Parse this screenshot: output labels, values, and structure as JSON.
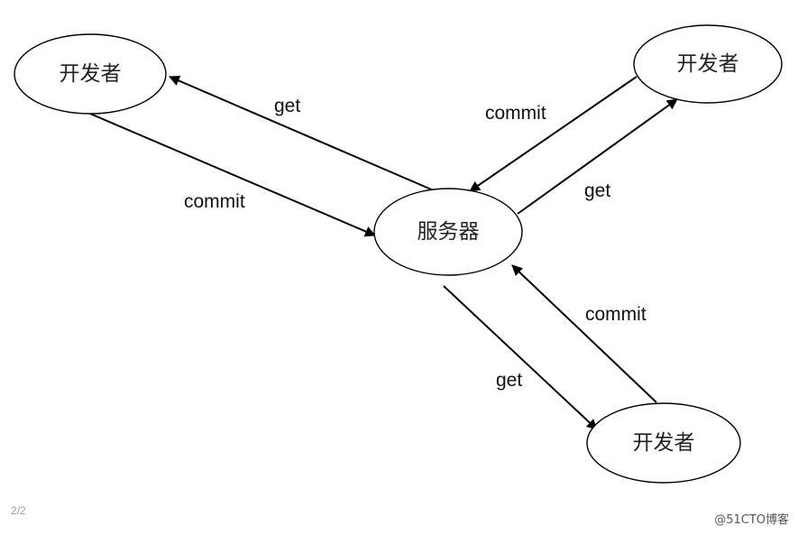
{
  "nodes": {
    "dev1": "开发者",
    "dev2": "开发者",
    "dev3": "开发者",
    "server": "服务器"
  },
  "edges": {
    "server_to_dev1": "get",
    "dev1_to_server": "commit",
    "dev2_to_server": "commit",
    "server_to_dev2": "get",
    "dev3_to_server": "commit",
    "server_to_dev3": "get"
  },
  "colors": {
    "stroke": "#000000",
    "background": "#ffffff"
  },
  "footer": {
    "page": "2",
    "page_total": "/2",
    "watermark": "@51CTO博客"
  }
}
